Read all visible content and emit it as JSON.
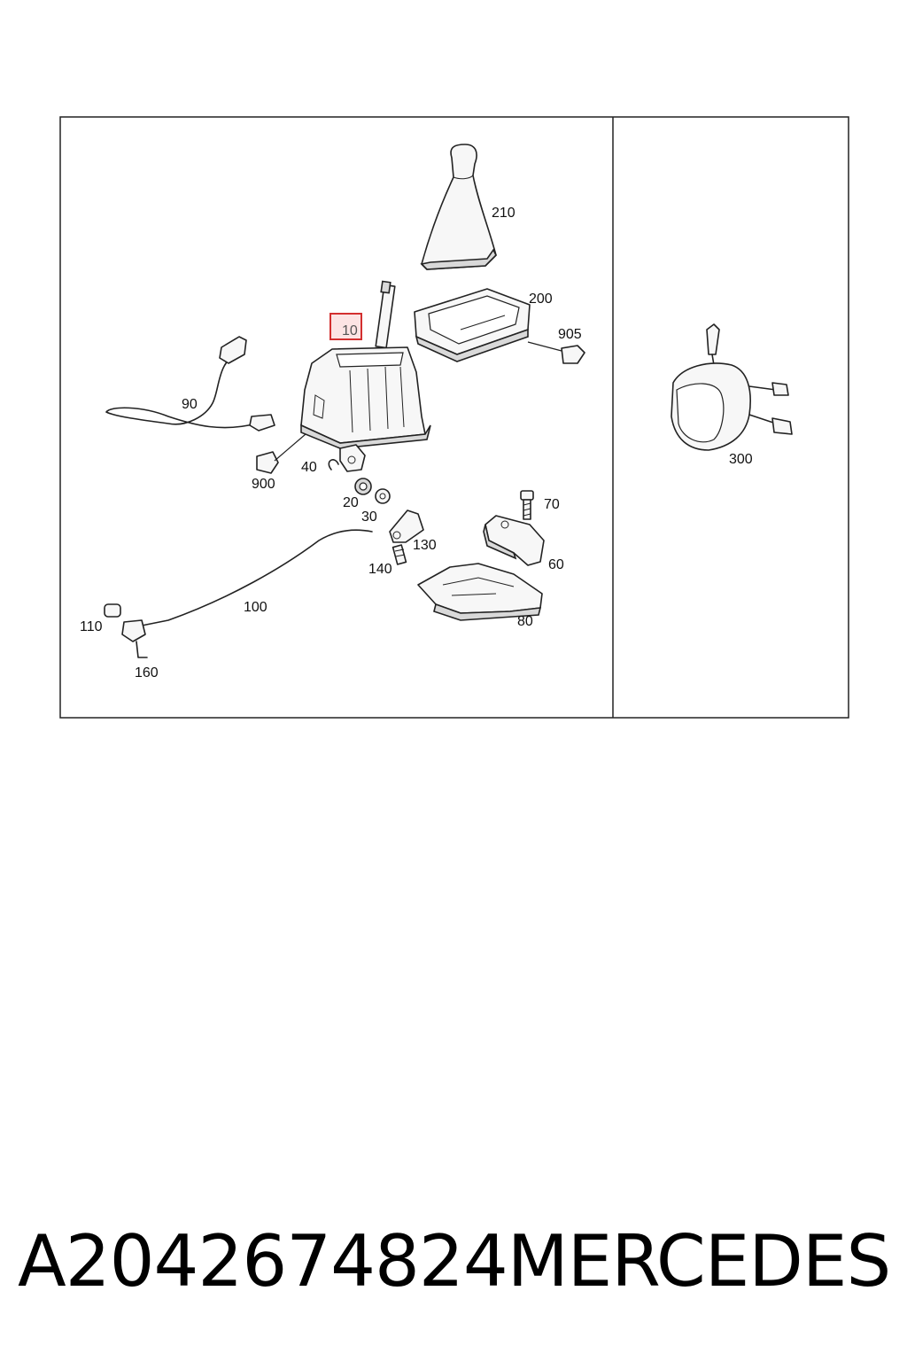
{
  "footer": {
    "part_number": "A2042674824",
    "brand": "MERCEDES"
  },
  "highlight_color": "#d32f2f",
  "highlighted_callout": "10",
  "callouts": {
    "c10": "10",
    "c20": "20",
    "c30": "30",
    "c40": "40",
    "c60": "60",
    "c70": "70",
    "c80": "80",
    "c90": "90",
    "c100": "100",
    "c110": "110",
    "c130": "130",
    "c140": "140",
    "c160": "160",
    "c200": "200",
    "c210": "210",
    "c300": "300",
    "c900": "900",
    "c905": "905"
  }
}
